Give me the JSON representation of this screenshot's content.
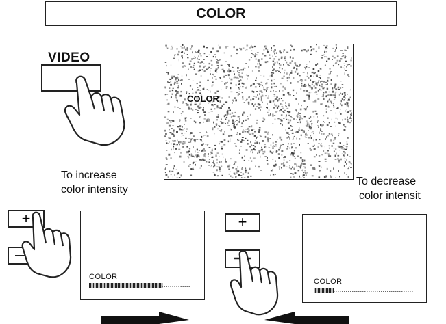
{
  "title": "COLOR",
  "video_button_label": "VIDEO",
  "main_screen": {
    "label": "COLOR"
  },
  "increase_caption": {
    "line1": "To increase",
    "line2": "color intensity"
  },
  "decrease_caption": {
    "line1": "To decrease",
    "line2": "color intensit"
  },
  "left_screen": {
    "label": "COLOR",
    "level": 0.72
  },
  "right_screen": {
    "label": "COLOR",
    "level": 0.2
  },
  "icons": [
    "hand-press-icon",
    "plus-button-icon",
    "minus-button-icon",
    "arrow-right-icon",
    "arrow-left-icon"
  ]
}
